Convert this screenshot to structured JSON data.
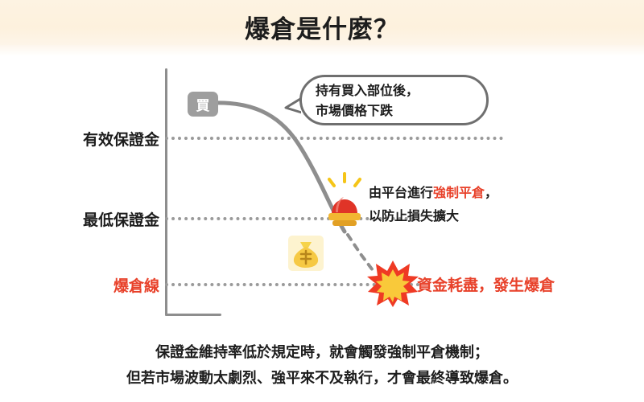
{
  "title": "爆倉是什麼？",
  "chart": {
    "buy_badge": "買",
    "y_labels": [
      {
        "text": "有效保證金",
        "color": "#1d1d1d"
      },
      {
        "text": "最低保證金",
        "color": "#1d1d1d"
      },
      {
        "text": "爆倉線",
        "color": "#e8412a"
      }
    ]
  },
  "bubble": {
    "line1": "持有買入部位後，",
    "line2": "市場價格下跌"
  },
  "annotation": {
    "line1_prefix": "由平台進行",
    "line1_highlight": "強制平倉",
    "line1_suffix": "，",
    "line2": "以防止損失擴大"
  },
  "blast_label": "資金耗盡，發生爆倉",
  "footer": {
    "line1": "保證金維持率低於規定時，就會觸發強制平倉機制；",
    "line2": "但若市場波動太劇烈、強平來不及執行，才會最終導致爆倉。"
  },
  "colors": {
    "accent_red": "#e8412a",
    "banner": "#fdf3e2",
    "axis": "#8e8e8e",
    "curve": "#8e8e8e",
    "guide": "#9a9a9a"
  },
  "icons": {
    "siren": "siren-icon",
    "money_bag": "money-bag-icon",
    "explosion": "explosion-icon"
  }
}
